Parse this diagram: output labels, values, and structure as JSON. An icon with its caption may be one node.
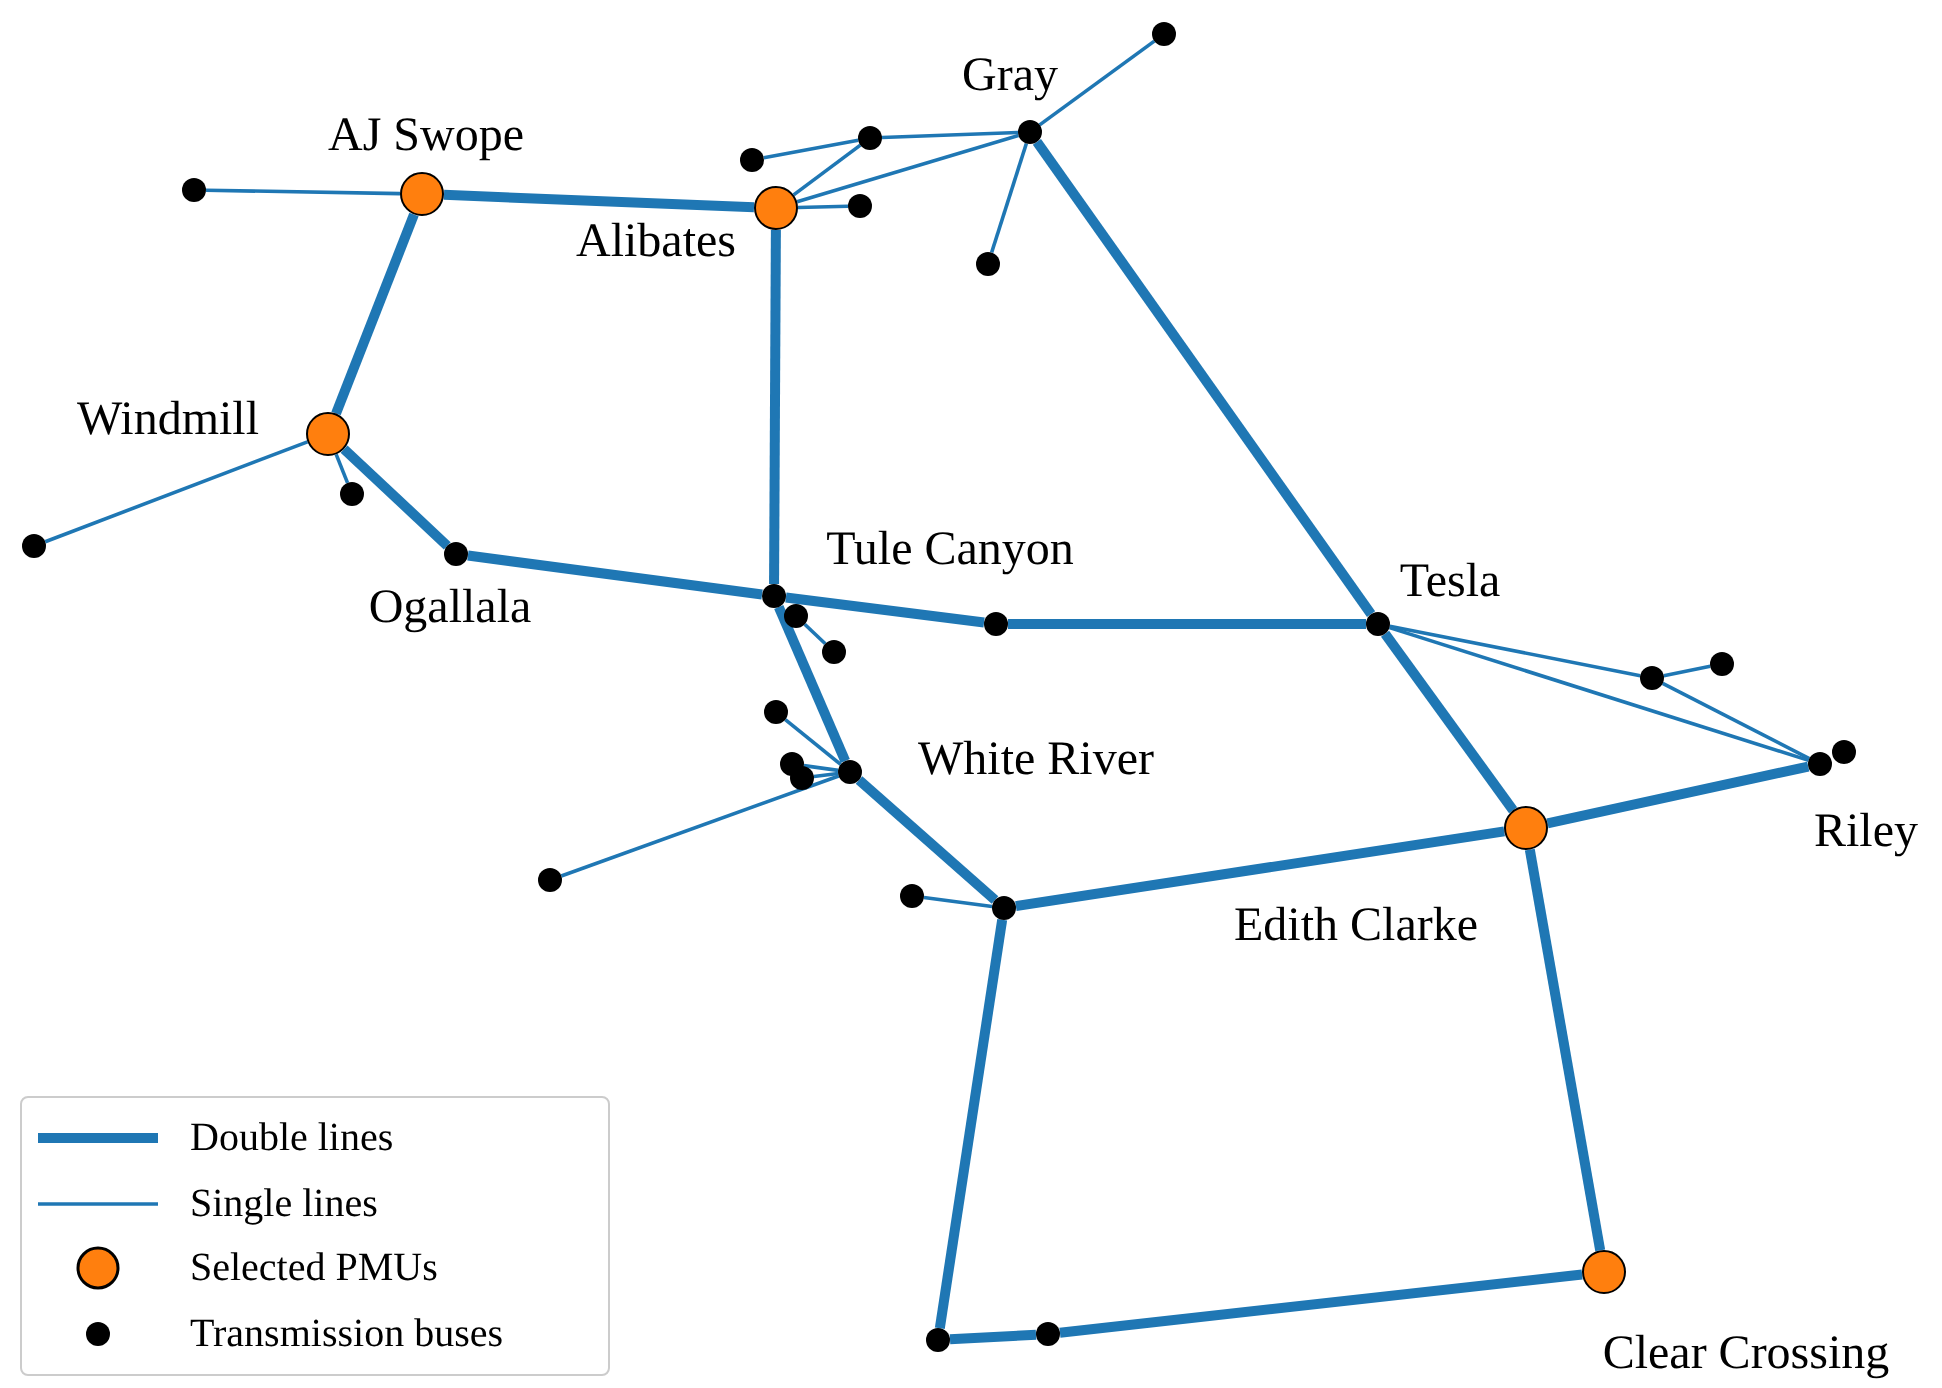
{
  "diagram": {
    "nodes": [
      {
        "text": [],
        "shape": "circle",
        "beside": [
          "AJ Swope"
        ]
      },
      {
        "text": [],
        "shape": "circle",
        "beside": [
          "Alibates"
        ]
      },
      {
        "text": [],
        "shape": "dot",
        "beside": [
          "Gray"
        ]
      },
      {
        "text": [],
        "shape": "circle",
        "beside": [
          "Windmill"
        ]
      },
      {
        "text": [],
        "shape": "dot",
        "beside": [
          "Ogallala"
        ]
      },
      {
        "text": [],
        "shape": "dot",
        "beside": [
          "Tule Canyon"
        ]
      },
      {
        "text": [],
        "shape": "dot",
        "beside": [
          "Tesla"
        ]
      },
      {
        "text": [],
        "shape": "dot",
        "beside": [
          "White River"
        ]
      },
      {
        "text": [],
        "shape": "dot",
        "beside": [
          "Riley"
        ]
      },
      {
        "text": [],
        "shape": "circle",
        "beside": [
          "Edith Clarke"
        ]
      },
      {
        "text": [],
        "shape": "circle",
        "beside": [
          "Clear Crossing"
        ]
      },
      {
        "text": [],
        "shape": "dot"
      },
      {
        "text": [],
        "shape": "dot"
      },
      {
        "text": [],
        "shape": "dot"
      },
      {
        "text": [],
        "shape": "dot"
      },
      {
        "text": [],
        "shape": "dot"
      },
      {
        "text": [],
        "shape": "dot"
      },
      {
        "text": [],
        "shape": "dot"
      },
      {
        "text": [],
        "shape": "dot"
      },
      {
        "text": [],
        "shape": "dot"
      },
      {
        "text": [],
        "shape": "dot"
      },
      {
        "text": [],
        "shape": "dot"
      },
      {
        "text": [],
        "shape": "dot"
      },
      {
        "text": [],
        "shape": "dot"
      },
      {
        "text": [],
        "shape": "dot"
      },
      {
        "text": [],
        "shape": "dot"
      },
      {
        "text": [],
        "shape": "dot"
      },
      {
        "text": [],
        "shape": "dot"
      },
      {
        "text": [],
        "shape": "dot"
      },
      {
        "text": [],
        "shape": "dot"
      },
      {
        "text": [],
        "shape": "dot"
      },
      {
        "text": [],
        "shape": "dot"
      },
      {
        "text": [],
        "shape": "dot"
      }
    ],
    "edges": [
      {
        "from": 0,
        "to": 1,
        "arrow": "none",
        "style": "thick"
      },
      {
        "from": 0,
        "to": 3,
        "arrow": "none",
        "style": "thick"
      },
      {
        "from": 3,
        "to": 4,
        "arrow": "none",
        "style": "thick"
      },
      {
        "from": 4,
        "to": 5,
        "arrow": "none",
        "style": "thick"
      },
      {
        "from": 1,
        "to": 5,
        "arrow": "none",
        "style": "thick"
      },
      {
        "from": 5,
        "to": 21,
        "arrow": "none",
        "style": "thick"
      },
      {
        "from": 21,
        "to": 6,
        "arrow": "none",
        "style": "thick"
      },
      {
        "from": 2,
        "to": 6,
        "arrow": "none",
        "style": "thick"
      },
      {
        "from": 6,
        "to": 9,
        "arrow": "none",
        "style": "thick"
      },
      {
        "from": 5,
        "to": 7,
        "arrow": "none",
        "style": "thick"
      },
      {
        "from": 7,
        "to": 27,
        "arrow": "none",
        "style": "thick"
      },
      {
        "from": 27,
        "to": 9,
        "arrow": "none",
        "style": "thick"
      },
      {
        "from": 9,
        "to": 8,
        "arrow": "none",
        "style": "thick"
      },
      {
        "from": 9,
        "to": 10,
        "arrow": "none",
        "style": "thick"
      },
      {
        "from": 27,
        "to": 31,
        "arrow": "none",
        "style": "thick"
      },
      {
        "from": 31,
        "to": 32,
        "arrow": "none",
        "style": "thick"
      },
      {
        "from": 32,
        "to": 10,
        "arrow": "none",
        "style": "thick"
      },
      {
        "from": 11,
        "to": 0,
        "arrow": "none"
      },
      {
        "from": 12,
        "to": 13,
        "arrow": "none"
      },
      {
        "from": 13,
        "to": 2,
        "arrow": "none"
      },
      {
        "from": 1,
        "to": 13,
        "arrow": "none"
      },
      {
        "from": 1,
        "to": 2,
        "arrow": "none"
      },
      {
        "from": 1,
        "to": 14,
        "arrow": "none"
      },
      {
        "from": 2,
        "to": 15,
        "arrow": "none"
      },
      {
        "from": 2,
        "to": 16,
        "arrow": "none"
      },
      {
        "from": 3,
        "to": 18,
        "arrow": "none"
      },
      {
        "from": 3,
        "to": 17,
        "arrow": "none"
      },
      {
        "from": 19,
        "to": 20,
        "arrow": "none"
      },
      {
        "from": 22,
        "to": 7,
        "arrow": "none"
      },
      {
        "from": 23,
        "to": 7,
        "arrow": "none"
      },
      {
        "from": 24,
        "to": 7,
        "arrow": "none"
      },
      {
        "from": 25,
        "to": 7,
        "arrow": "none"
      },
      {
        "from": 26,
        "to": 27,
        "arrow": "none"
      },
      {
        "from": 6,
        "to": 28,
        "arrow": "none"
      },
      {
        "from": 6,
        "to": 8,
        "arrow": "none"
      },
      {
        "from": 28,
        "to": 29,
        "arrow": "none"
      },
      {
        "from": 28,
        "to": 8,
        "arrow": "none"
      }
    ],
    "legend": [
      {
        "text": "Double lines"
      },
      {
        "text": "Single lines"
      },
      {
        "text": "Selected PMUs"
      },
      {
        "text": "Transmission buses"
      }
    ]
  }
}
